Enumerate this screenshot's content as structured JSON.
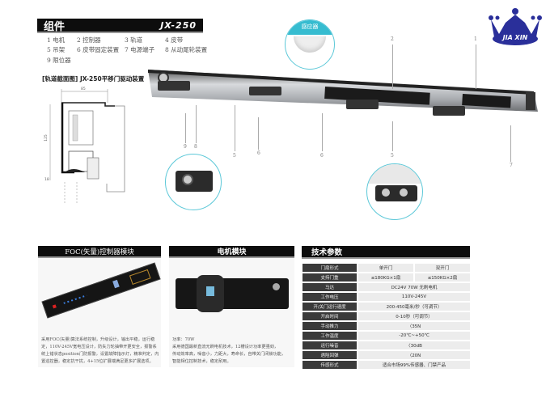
{
  "header": {
    "title": "组件",
    "model": "JX-250"
  },
  "legend": [
    "1 电机",
    "2 控制器",
    "3 轨道",
    "4 皮带",
    "5 吊架",
    "6 皮带固定装置",
    "7 电源端子",
    "8 从动尾轮装置",
    "9 限位器"
  ],
  "subtitle": "[轨道截面图] JX-250平移门驱动装置",
  "dims": {
    "width": "85",
    "height": "125",
    "bottom": "18"
  },
  "sensor_label": "感应器",
  "callouts": [
    "2",
    "1",
    "9",
    "8",
    "5",
    "6",
    "6",
    "5",
    "7"
  ],
  "logo": {
    "text": "JIA XIN",
    "color": "#2a2f9a"
  },
  "controller": {
    "title": "FOC(矢量)控制器模块",
    "desc": "采用FOC(矢量)算法系统控制，升级设计，输出平稳，运行稳定，110V-245V宽电压设计，防失力轮抽带开更安全，报警系统上错状态position门防报警，设置故障指示灯，精准判定，内置巡控器，稳定抗干扰，4+15位扩展端满足更多扩展选项。"
  },
  "motor": {
    "title": "电机模块",
    "desc": [
      "功率：70W",
      "采用德国最新直流无刷电机技术，12槽设计功率更强劲，",
      "传动效率高，噪音小，力距大，寿命长，自带关门闭锁功能，",
      "智能相位控制技术，稳定耐用。"
    ]
  },
  "specs": {
    "title": "技术参数",
    "rows": [
      {
        "label": "门扇形式",
        "values": [
          "单开门",
          "双开门"
        ]
      },
      {
        "label": "支持门重",
        "values": [
          "≤180KG×1扇",
          "≤150KG×2扇"
        ]
      },
      {
        "label": "马达",
        "values": [
          "DC24V 70W 无刷电机"
        ]
      },
      {
        "label": "工作电压",
        "values": [
          "110V-245V"
        ]
      },
      {
        "label": "开/关门运行速度",
        "values": [
          "200-450毫米/秒（可调节）"
        ]
      },
      {
        "label": "开启时间",
        "values": [
          "0-10秒（可调节）"
        ]
      },
      {
        "label": "手动推力",
        "values": [
          "〈35N"
        ]
      },
      {
        "label": "工作温度",
        "values": [
          "-20℃~+50℃"
        ]
      },
      {
        "label": "运行噪音",
        "values": [
          "〈30dB"
        ]
      },
      {
        "label": "遇阻回弹",
        "values": [
          "〈20N"
        ]
      },
      {
        "label": "传感形式",
        "values": [
          "适合市场99%传感器、门禁产品"
        ]
      }
    ]
  }
}
